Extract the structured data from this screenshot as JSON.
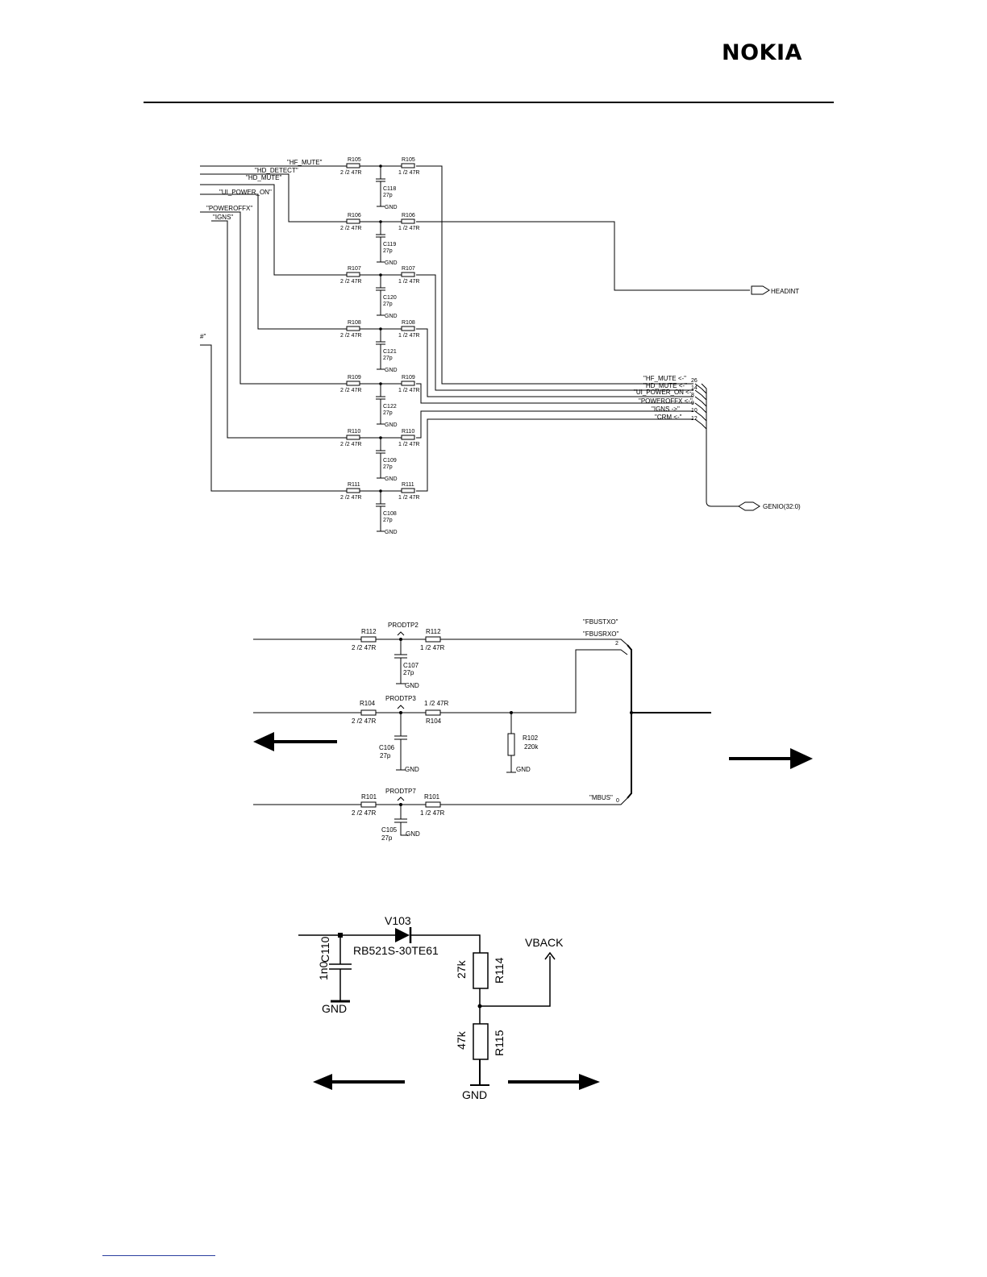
{
  "header": {
    "logo": "NOKIA"
  },
  "s1": {
    "wires": [
      "\"HF_MUTE\"",
      "\"HD_DETECT\"",
      "\"HD_MUTE\"",
      "\"UI_POWER_ON\"",
      "\"POWEROFFX\"",
      "\"IGNS\"",
      "#\""
    ],
    "rows": [
      {
        "rl": "R105",
        "rr": "R105",
        "cap": "C118"
      },
      {
        "rl": "R106",
        "rr": "R106",
        "cap": "C119"
      },
      {
        "rl": "R107",
        "rr": "R107",
        "cap": "C120"
      },
      {
        "rl": "R108",
        "rr": "R108",
        "cap": "C121"
      },
      {
        "rl": "R109",
        "rr": "R109",
        "cap": "C122"
      },
      {
        "rl": "R110",
        "rr": "R110",
        "cap": "C109"
      },
      {
        "rl": "R111",
        "rr": "R111",
        "cap": "C108"
      }
    ],
    "left_val": "2 /2 47R",
    "right_val": "1 /2 47R",
    "cap_val": "27p",
    "gnd": "GND",
    "bus_entries": [
      {
        "label": "\"HF_MUTE <-\"",
        "pin": "26"
      },
      {
        "label": "\"HD_MUTE <-\"",
        "pin": "14"
      },
      {
        "label": "\"UI_POWER_ON <-\"",
        "pin": "8"
      },
      {
        "label": "\"POWEROFFX <-\"",
        "pin": "9"
      },
      {
        "label": "\"IGNS ->\"",
        "pin": "10"
      },
      {
        "label": "\"CRM <-\"",
        "pin": "12"
      }
    ],
    "headint": "HEADINT",
    "genio": "GENIO(32:0)"
  },
  "s2": {
    "r112": "R112",
    "r104": "R104",
    "r101": "R101",
    "r102": "R102",
    "r102_val": "220k",
    "prod2": "PRODTP2",
    "prod3": "PRODTP3",
    "prod7": "PRODTP7",
    "c107": "C107",
    "c106": "C106",
    "c105": "C105",
    "val2": "2 /2 47R",
    "val1": "1 /2 47R",
    "val1b": "/2 47R",
    "cap": "27p",
    "gnd": "GND",
    "fbustx": "\"FBUSTXO\"",
    "fbusrx": "\"FBUSRXO\"",
    "mbus": "\"MBUS\"",
    "pin_rx": "2",
    "pin_mbus": "0"
  },
  "s3": {
    "v103": "V103",
    "part": "RB521S-30TE61",
    "c110": "C110",
    "c110_val": "1n0",
    "r114": "R114",
    "r114_val": "27k",
    "r115": "R115",
    "r115_val": "47k",
    "vback": "VBACK",
    "gnd": "GND"
  }
}
